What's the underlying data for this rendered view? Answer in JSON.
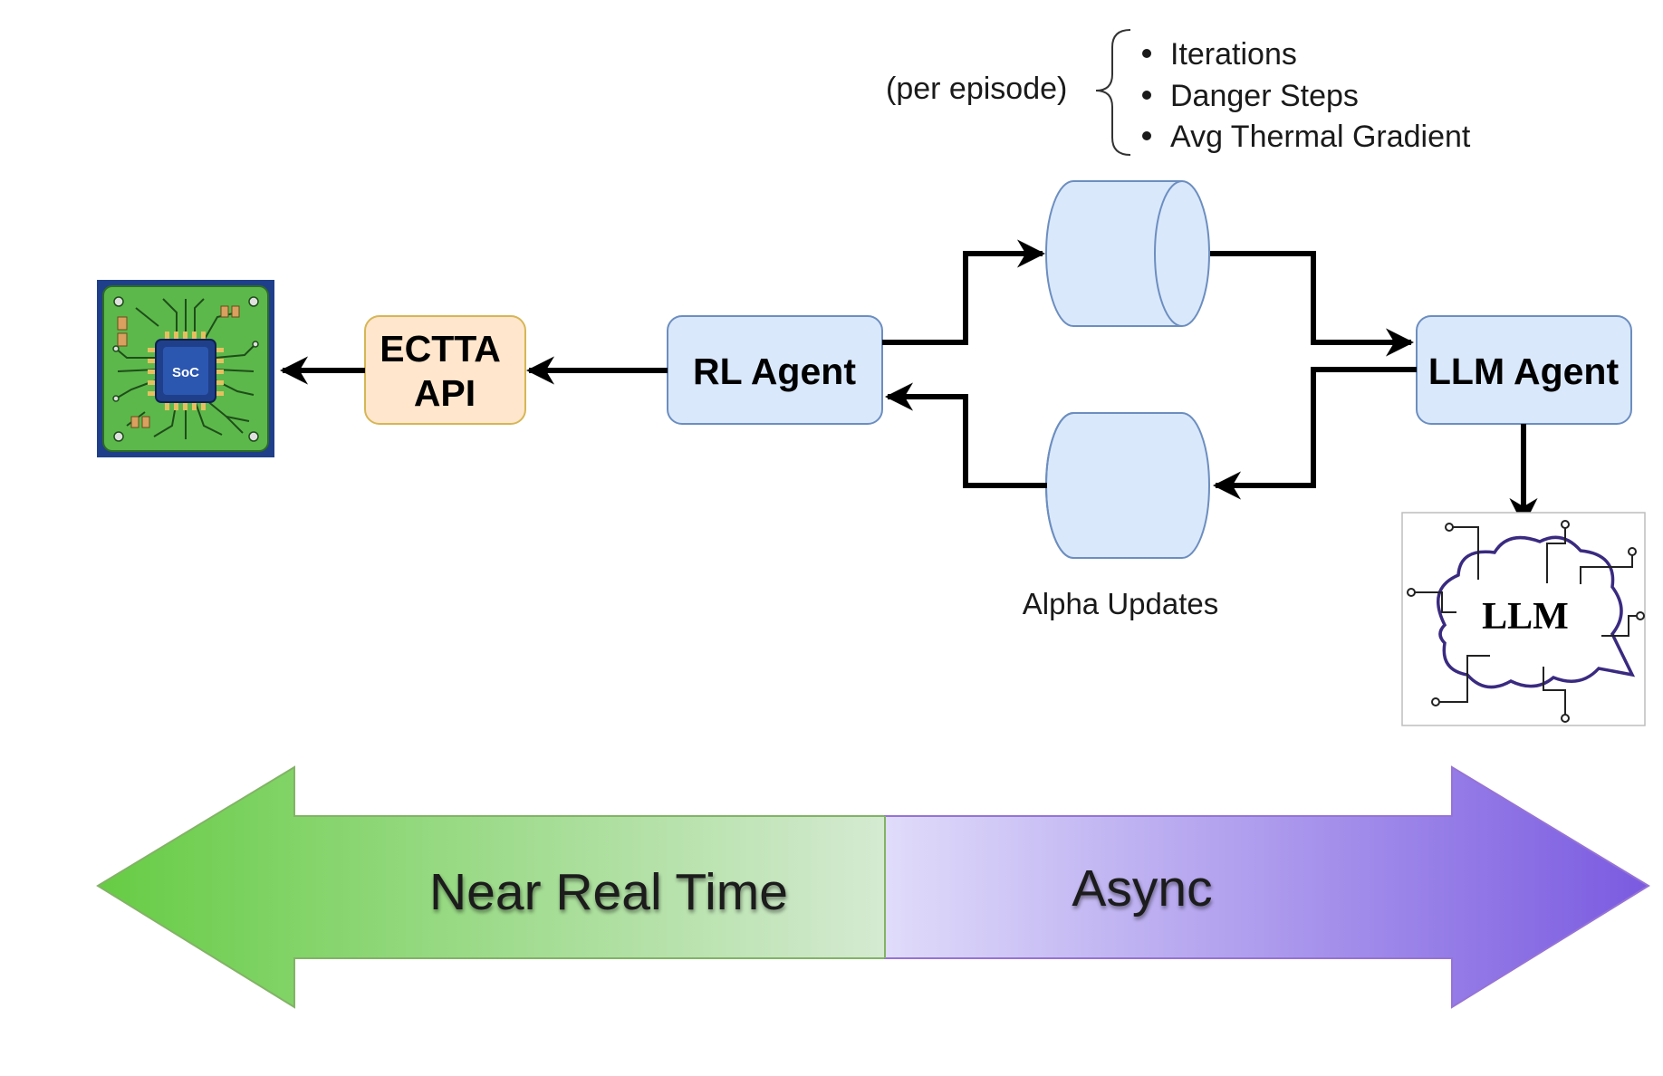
{
  "nodes": {
    "soc_chip_label": "SoC",
    "ectta_api": [
      "ECTTA",
      "API"
    ],
    "rl_agent": "RL Agent",
    "llm_agent": "LLM Agent",
    "llm_icon_label": "LLM"
  },
  "annotations": {
    "per_episode": "(per episode)",
    "metrics": [
      "Iterations",
      "Danger Steps",
      "Avg Thermal Gradient"
    ],
    "alpha_updates": "Alpha Updates"
  },
  "timescale": {
    "left_label": "Near Real Time",
    "right_label": "Async"
  },
  "colors": {
    "agent_fill": "#dae8fc",
    "agent_stroke": "#6c8ebf",
    "api_fill": "#ffe6cc",
    "api_stroke": "#d6b656",
    "green_start": "#66cc44",
    "green_end": "#d5ead2",
    "purple_start": "#e0dcfa",
    "purple_end": "#7a5ae0",
    "llm_cloud": "#3a2a80",
    "chip_board": "#5cb84a"
  },
  "icons": {
    "soc": "soc-chip-icon",
    "llm": "llm-cloud-icon"
  }
}
